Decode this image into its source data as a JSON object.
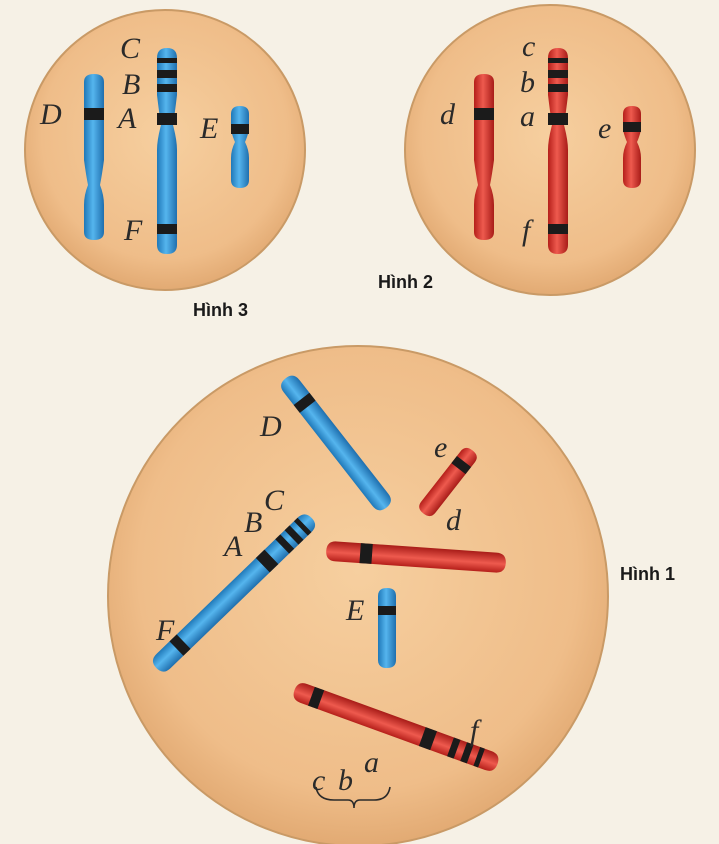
{
  "figures": {
    "hinh3": {
      "caption": "Hình 3",
      "genes": {
        "C": "C",
        "B": "B",
        "A": "A",
        "D": "D",
        "E": "E",
        "F": "F"
      }
    },
    "hinh2": {
      "caption": "Hình 2",
      "genes": {
        "c": "c",
        "b": "b",
        "a": "a",
        "d": "d",
        "e": "e",
        "f": "f"
      }
    },
    "hinh1": {
      "caption": "Hình 1",
      "genes": {
        "D": "D",
        "e": "e",
        "d": "d",
        "C": "C",
        "B": "B",
        "A": "A",
        "F": "F",
        "E": "E",
        "f": "f",
        "c": "c",
        "b": "b",
        "a": "a"
      }
    }
  },
  "colors": {
    "cell": "#f0c08e",
    "cell_border": "#c99a66",
    "maternal_chromosome": "#2f95d6",
    "paternal_chromosome": "#d8312b",
    "band": "#1b1b1b",
    "background": "#f6f1e6"
  }
}
